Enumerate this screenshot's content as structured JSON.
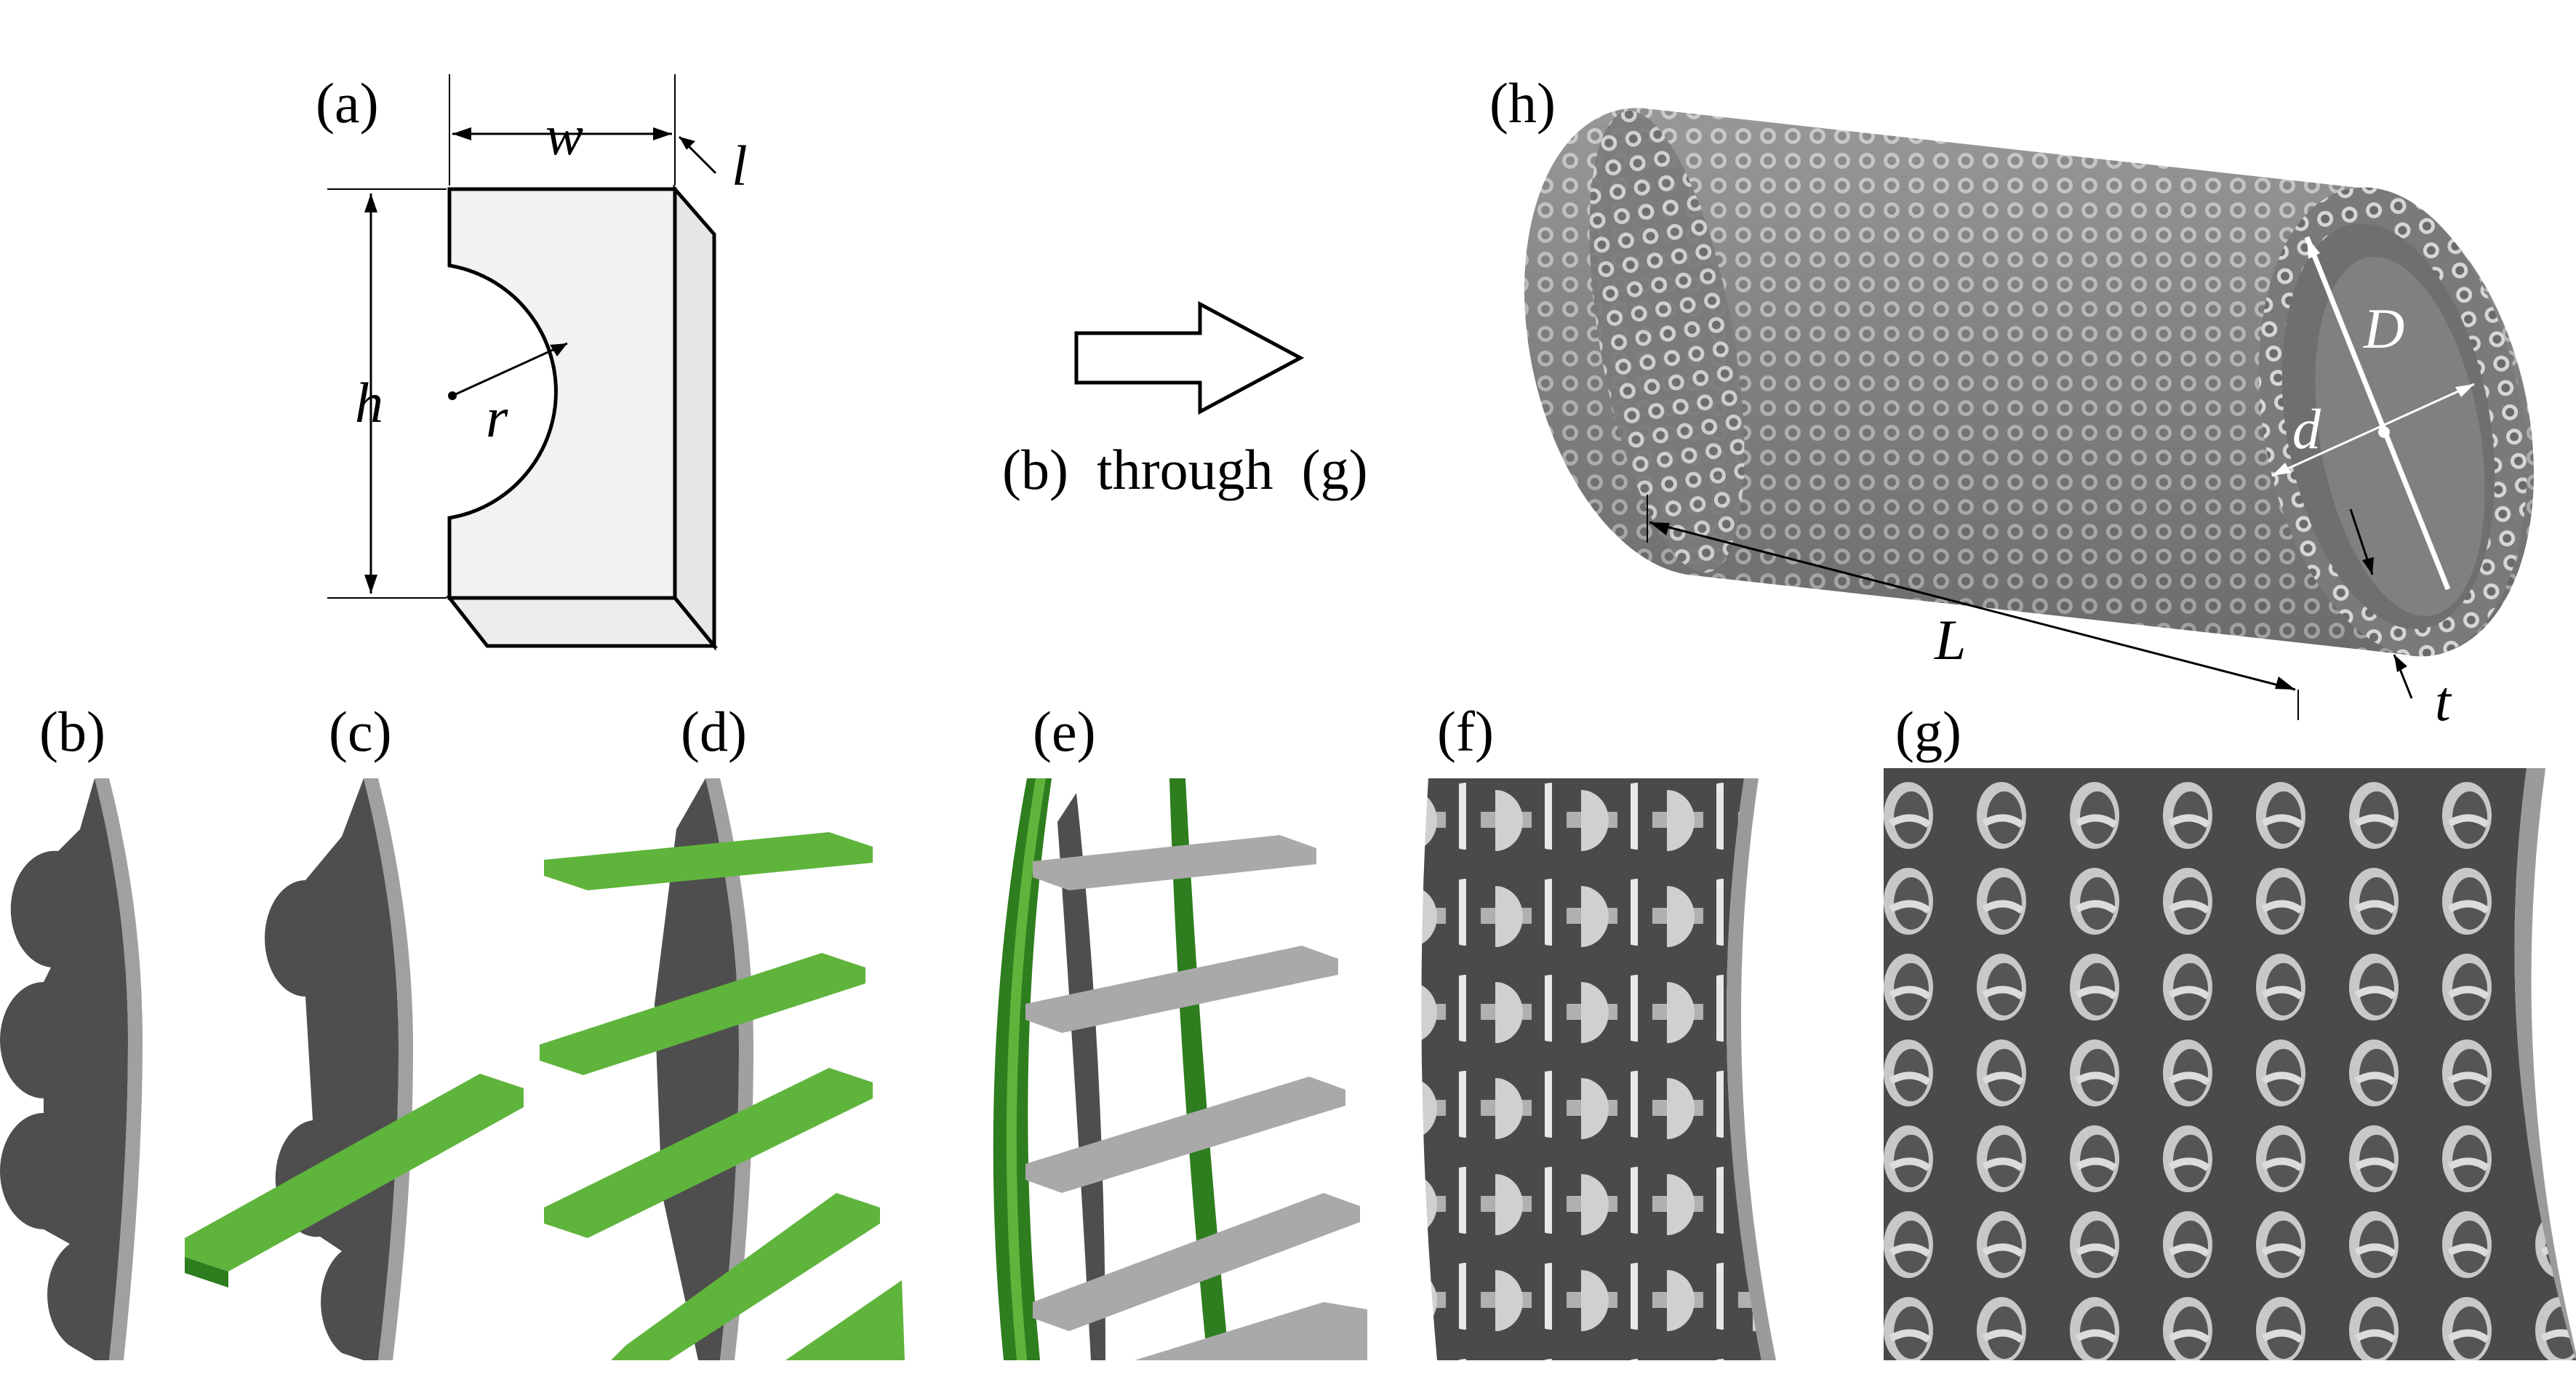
{
  "panels": {
    "a": {
      "label": "(a)",
      "dims": {
        "w": "w",
        "l": "l",
        "h": "h",
        "r": "r"
      }
    },
    "arrow": {
      "caption": "(b)  through  (g)"
    },
    "h": {
      "label": "(h)",
      "dims": {
        "D": "D",
        "d": "d",
        "L": "L",
        "t": "t"
      }
    },
    "b": {
      "label": "(b)"
    },
    "c": {
      "label": "(c)"
    },
    "d": {
      "label": "(d)"
    },
    "e": {
      "label": "(e)"
    },
    "f": {
      "label": "(f)"
    },
    "g": {
      "label": "(g)"
    }
  },
  "colors": {
    "wall": "#4e4e4e",
    "wall_edge": "#9a9a9a",
    "element_green": "#5fb43c",
    "element_green_dark": "#2e7d1e",
    "element_grey": "#a9a9a9",
    "block_fill": "#f2f2f2"
  }
}
